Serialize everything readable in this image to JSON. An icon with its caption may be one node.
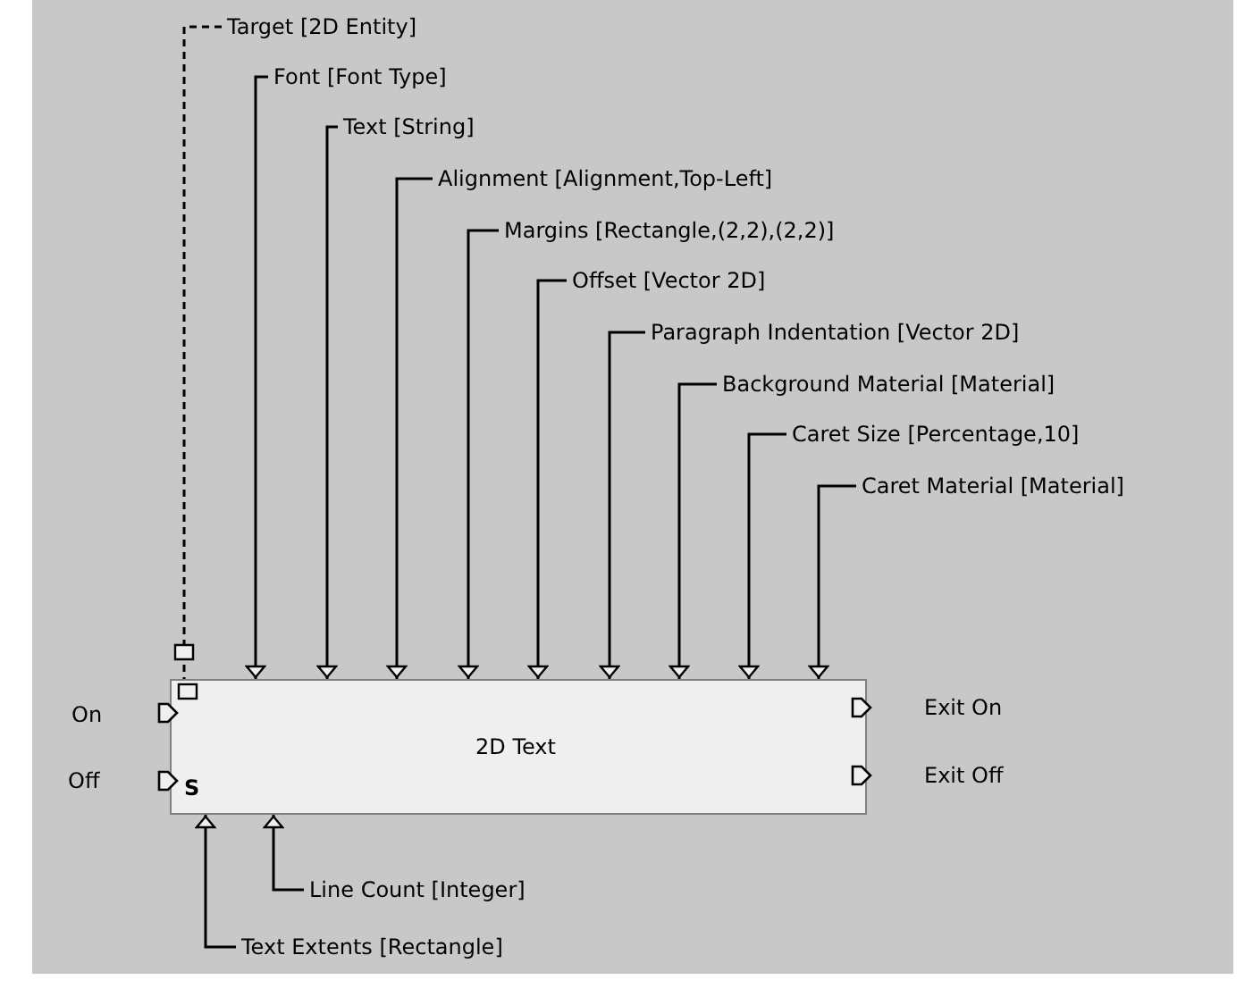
{
  "diagram": {
    "nodes": [
      {
        "text": [
          "2D Text"
        ]
      },
      {
        "text": [
          "Target [2D Entity]"
        ]
      },
      {
        "text": [
          "Font [Font Type]"
        ]
      },
      {
        "text": [
          "Text [String]"
        ]
      },
      {
        "text": [
          "Alignment [Alignment,Top-Left]"
        ]
      },
      {
        "text": [
          "Margins [Rectangle,(2,2),(2,2)]"
        ]
      },
      {
        "text": [
          "Offset [Vector 2D]"
        ]
      },
      {
        "text": [
          "Paragraph Indentation [Vector 2D]"
        ]
      },
      {
        "text": [
          "Background Material [Material]"
        ]
      },
      {
        "text": [
          "Caret Size [Percentage,10]"
        ]
      },
      {
        "text": [
          "Caret Material [Material]"
        ]
      },
      {
        "text": [
          "Line Count [Integer]"
        ]
      },
      {
        "text": [
          "Text Extents [Rectangle]"
        ]
      }
    ],
    "edges": [
      {
        "from": 1,
        "to": 0,
        "arrow": "other",
        "style": "dashed"
      },
      {
        "from": 2,
        "to": 0,
        "arrow": "to"
      },
      {
        "from": 3,
        "to": 0,
        "arrow": "to"
      },
      {
        "from": 4,
        "to": 0,
        "arrow": "to"
      },
      {
        "from": 5,
        "to": 0,
        "arrow": "to"
      },
      {
        "from": 6,
        "to": 0,
        "arrow": "to"
      },
      {
        "from": 7,
        "to": 0,
        "arrow": "to"
      },
      {
        "from": 8,
        "to": 0,
        "arrow": "to"
      },
      {
        "from": 9,
        "to": 0,
        "arrow": "to"
      },
      {
        "from": 10,
        "to": 0,
        "arrow": "to"
      },
      {
        "from": 11,
        "to": 0,
        "arrow": "to"
      },
      {
        "from": 12,
        "to": 0,
        "arrow": "to"
      }
    ],
    "labels": [
      "On",
      "Exit On",
      "Off",
      "S",
      "Exit Off"
    ]
  }
}
